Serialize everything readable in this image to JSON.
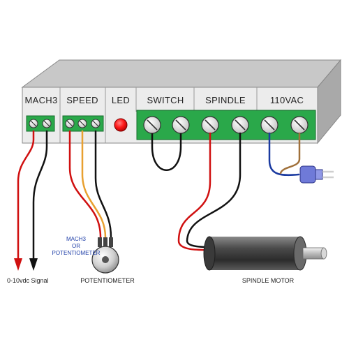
{
  "sections": {
    "mach3": "MACH3",
    "speed": "SPEED",
    "led": "LED",
    "switch": "SWITCH",
    "spindle": "SPINDLE",
    "vac": "110VAC"
  },
  "labels": {
    "signal": "0-10vdc Signal",
    "potentiometer": "POTENTIOMETER",
    "spindle_motor": "SPINDLE MOTOR",
    "mach3_or_line1": "MACH3",
    "mach3_or_line2": "OR",
    "mach3_or_line3": "POTENTIOMETER"
  },
  "colors": {
    "box_top": "#c8c8c8",
    "box_front": "#ececec",
    "box_side": "#a9a9a9",
    "terminal_green": "#2aa84a",
    "led_red": "#ff1a1a",
    "wire_red": "#d01010",
    "wire_black": "#111111",
    "wire_orange": "#e8a030",
    "wire_blue": "#1a3aa0",
    "wire_brown": "#a0703a"
  }
}
